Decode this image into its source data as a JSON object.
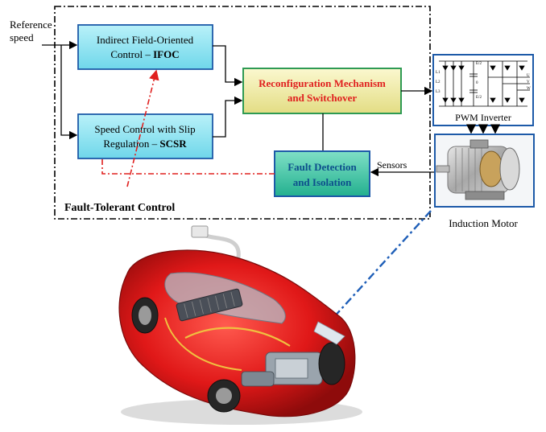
{
  "input_label_line1": "Reference",
  "input_label_line2": "speed",
  "ifoc_line1": "Indirect Field-Oriented",
  "ifoc_line2_plain": "Control – ",
  "ifoc_line2_bold": "IFOC",
  "scsr_line1": "Speed Control with Slip",
  "scsr_line2_plain": "Regulation – ",
  "scsr_line2_bold": "SCSR",
  "reconfig_line1": "Reconfiguration Mechanism",
  "reconfig_line2": "and Switchover",
  "fdi_line1": "Fault Detection",
  "fdi_line2": "and Isolation",
  "ftc_label": "Fault-Tolerant Control",
  "sensors_label": "Sensors",
  "pwm_label": "PWM Inverter",
  "motor_label": "Induction Motor",
  "inverter_labels": [
    "L1",
    "L2",
    "L3",
    "E/2",
    "E/2",
    "0",
    "U",
    "V",
    "W"
  ],
  "colors": {
    "cyan_box": "#8ee4f2",
    "yellow_box": "#f3f0a8",
    "green_box": "#3ec7a9",
    "red_text": "#e0201f",
    "teal_text": "#0d4f8c",
    "fault_line": "#e0201f",
    "link_line": "#1f5fb8"
  }
}
